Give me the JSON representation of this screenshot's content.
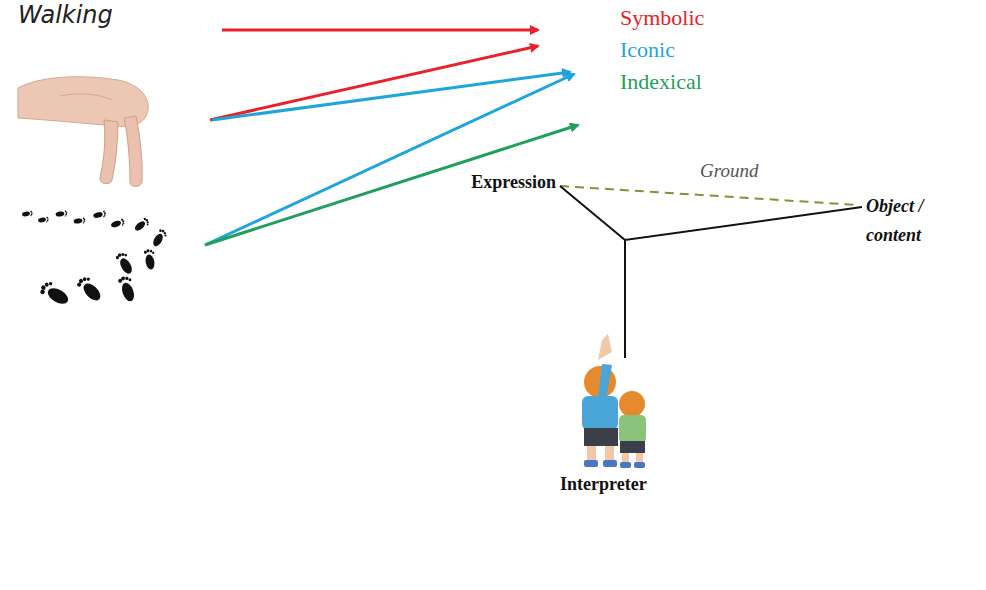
{
  "diagram": {
    "labels": [
      "Walking",
      "Symbolic",
      "Iconic",
      "Indexical",
      "Expression",
      "Ground",
      "Object / content",
      "Interpreter"
    ]
  }
}
